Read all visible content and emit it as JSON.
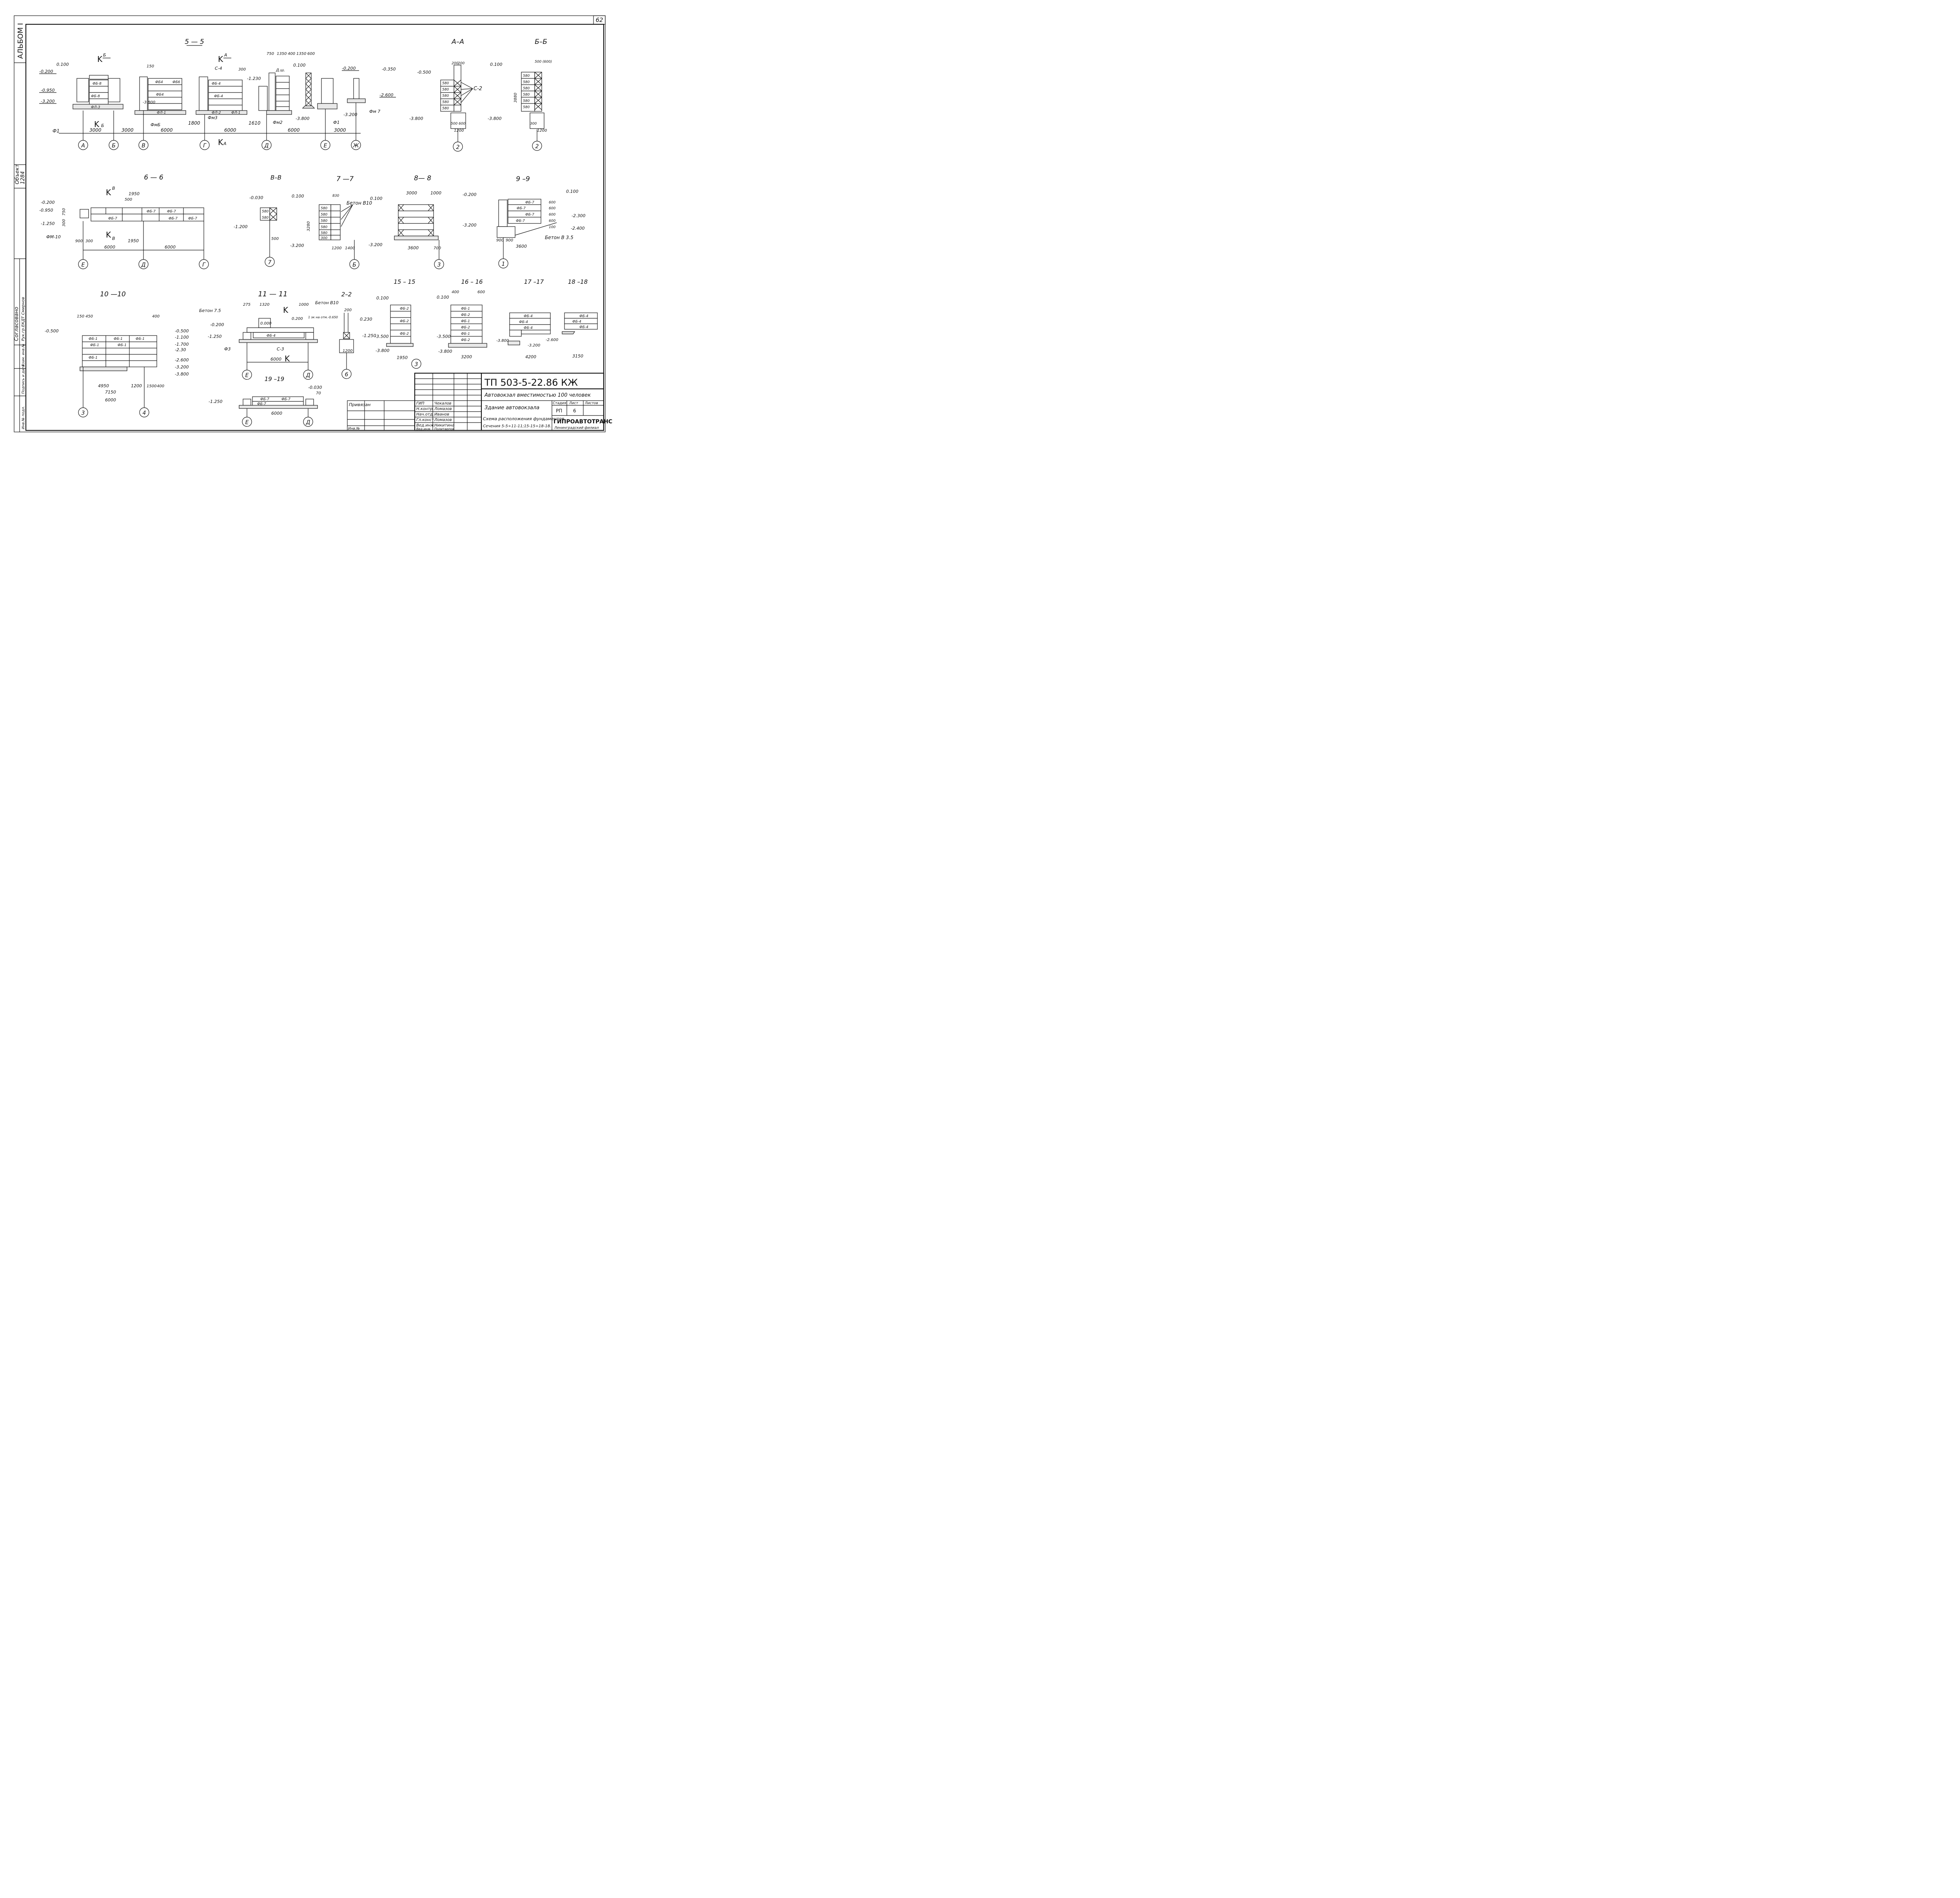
{
  "page_number": "62",
  "side": {
    "album": "АЛЬБОМ I",
    "object_label": "Объект",
    "object_no": "1284",
    "agreed": "Согласовано",
    "signer": "Рук.гр.ЕКДТ Смирнов",
    "fields": [
      "Взам. инв.№",
      "Подпись и дата",
      "Инв.№ подл."
    ]
  },
  "sections": {
    "s55": {
      "title": "5 — 5",
      "dims": [
        "3000",
        "3000",
        "6000",
        "1800",
        "6000",
        "1610",
        "6000",
        "3000"
      ],
      "axes": [
        "А",
        "Б",
        "В",
        "Г",
        "Д",
        "Е",
        "Ж"
      ],
      "levels": [
        "0.100",
        "-0.200",
        "-0.950",
        "-3.200",
        "-3.800",
        "-1.230",
        "0.100",
        "-0.200",
        "-0.350",
        "-2.600",
        "-3.200",
        "-3.800"
      ],
      "marks": [
        "Ф1",
        "ФмБ",
        "Фм3",
        "Фм2",
        "Ф1",
        "Фм 7",
        "С-4",
        "Д.ш."
      ],
      "top_dims": [
        "750",
        "1350",
        "400",
        "1350",
        "600",
        "150",
        "300"
      ],
      "cuts": [
        "Б",
        "А",
        "Б",
        "А"
      ]
    },
    "aa": {
      "title": "А–А",
      "axis": "2",
      "levels": [
        "-0.500",
        "-3.800"
      ],
      "dims": [
        "200",
        "200",
        "500",
        "600",
        "1200"
      ],
      "rows": [
        "580",
        "580",
        "580",
        "580",
        "580"
      ],
      "mark": "С-2"
    },
    "bb": {
      "title": "Б–Б",
      "axis": "2",
      "levels": [
        "0.100",
        "-3.800"
      ],
      "dims": [
        "500 (600)",
        "3880",
        "300",
        "1200"
      ],
      "rows": [
        "580",
        "580",
        "580",
        "580",
        "580",
        "580"
      ]
    },
    "s66": {
      "title": "6 — 6",
      "dims": [
        "1950",
        "500",
        "900",
        "300",
        "1950",
        "6000",
        "6000",
        "750",
        "300"
      ],
      "axes": [
        "Е",
        "Д",
        "Г"
      ],
      "levels": [
        "-0.200",
        "-0.950",
        "-1.250"
      ],
      "mark": "ФМ-10",
      "cuts": [
        "В",
        "В"
      ]
    },
    "vv": {
      "title": "В–В",
      "axis": "7",
      "levels": [
        "-0.030",
        "-1.200"
      ],
      "rows": [
        "580",
        "580"
      ],
      "dims": [
        "500"
      ]
    },
    "s77": {
      "title": "7 —7",
      "axis": "Б",
      "levels": [
        "0.100",
        "-3.200"
      ],
      "rows": [
        "580",
        "580",
        "580",
        "580",
        "580",
        "300"
      ],
      "dims": [
        "830",
        "3280",
        "1200",
        "1400"
      ],
      "concrete": "Бетон В10"
    },
    "s88": {
      "title": "8— 8",
      "axis": "3",
      "levels": [
        "0.100",
        "-3.200"
      ],
      "dims": [
        "3000",
        "1000",
        "3600",
        "700"
      ]
    },
    "s99": {
      "title": "9 –9",
      "axis": "1",
      "levels": [
        "-0.200",
        "0.100",
        "-3.200",
        "-2.300",
        "-2.400"
      ],
      "dims": [
        "600",
        "600",
        "600",
        "600",
        "100",
        "900",
        "900",
        "3600"
      ],
      "concrete": "Бетон В 3.5"
    },
    "s1010": {
      "title": "10 —10",
      "axes": [
        "3",
        "4"
      ],
      "levels": [
        "-0.500",
        "-0.500",
        "-1.100",
        "-1.700",
        "-2.30",
        "-2.600",
        "-3.200",
        "-3.800"
      ],
      "dims": [
        "150",
        "450",
        "400",
        "4950",
        "1200",
        "1500",
        "400",
        "7150",
        "6000"
      ]
    },
    "s1111": {
      "title": "11 — 11",
      "axes": [
        "Е",
        "Д"
      ],
      "levels": [
        "0.000",
        "0.200",
        "-0.200",
        "-1.250"
      ],
      "dims": [
        "275",
        "1320",
        "1000",
        "6000"
      ],
      "marks": [
        "Бетон 7.5",
        "Бетон В10",
        "Ф3",
        "С-3"
      ],
      "note": "1 эк на отм.-0.650"
    },
    "s22": {
      "title": "2–2",
      "axis": "6",
      "levels": [
        "0.230",
        "-1.250"
      ],
      "dims": [
        "200",
        "1200"
      ]
    },
    "s1515": {
      "title": "15 – 15",
      "axis": "3",
      "levels": [
        "0.100",
        "-3.500",
        "-3.800"
      ],
      "dims": [
        "1950"
      ]
    },
    "s1616": {
      "title": "16 – 16",
      "levels": [
        "0.100",
        "-3.500",
        "-3.800"
      ],
      "dims": [
        "400",
        "600",
        "3200"
      ]
    },
    "s1717": {
      "title": "17 –17",
      "levels": [
        "-3.800",
        "-3.200",
        "-2.600"
      ],
      "dims": [
        "4200"
      ]
    },
    "s1818": {
      "title": "18 –18",
      "dims": [
        "3150"
      ]
    },
    "s1919": {
      "title": "19 –19",
      "axes": [
        "Е",
        "Д"
      ],
      "levels": [
        "-0.030",
        "-1.250"
      ],
      "dims": [
        "70",
        "6000"
      ]
    }
  },
  "title_block": {
    "code": "ТП 503-5-22.86 КЖ",
    "project": "Автовокзал вместимостью 100 человек",
    "building": "Здание автовокзала",
    "sheet_title": "Схема расположения фундаментов",
    "sheet_subtitle": "Сечения 5-5÷11-11;15-15÷18-18.",
    "stage_label": "Стадия",
    "sheet_label": "Лист",
    "sheets_label": "Листов",
    "stage": "РП",
    "sheet": "6",
    "org": "ГИПРОАВТОТРАНС",
    "org_sub": "Ленинградский филиал",
    "privyazan": "Привязан",
    "inv": "Инв.№",
    "staff": [
      {
        "role": "ГИП",
        "name": "Чекалов"
      },
      {
        "role": "Н.контр.",
        "name": "Ломазов"
      },
      {
        "role": "Нач.отд.",
        "name": "Иванов"
      },
      {
        "role": "Гл.конст.",
        "name": "Ломазов"
      },
      {
        "role": "Вед.инж.",
        "name": "Никитина"
      },
      {
        "role": "Вед.инж.",
        "name": "Политарпов"
      }
    ]
  }
}
